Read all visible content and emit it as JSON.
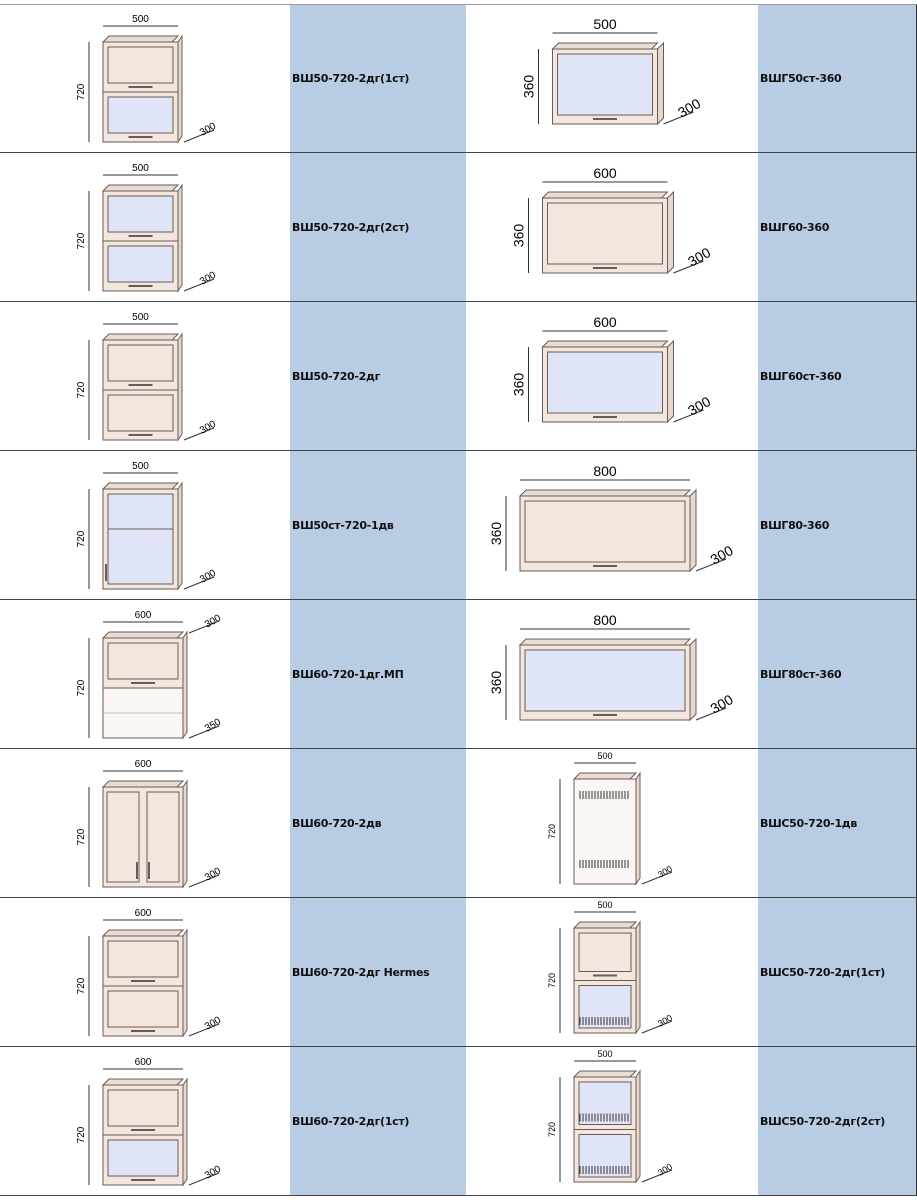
{
  "colors": {
    "label_bg": "#b8cce4",
    "cabinet": "#f3e6de",
    "glass": "#dfe4f6",
    "line": "#6b5a55"
  },
  "left": [
    {
      "label": "ВШ50-720-2дг(1ст)",
      "w": "500",
      "h": "720",
      "d": "300",
      "kind": "tall",
      "panels": [
        "solid",
        "glass"
      ]
    },
    {
      "label": "ВШ50-720-2дг(2ст)",
      "w": "500",
      "h": "720",
      "d": "300",
      "kind": "tall",
      "panels": [
        "glass",
        "glass"
      ]
    },
    {
      "label": "ВШ50-720-2дг",
      "w": "500",
      "h": "720",
      "d": "300",
      "kind": "tall",
      "panels": [
        "solid",
        "solid"
      ]
    },
    {
      "label": "ВШ50ст-720-1дв",
      "w": "500",
      "h": "720",
      "d": "300",
      "kind": "tall",
      "panels": [
        "door-glass"
      ]
    },
    {
      "label": "ВШ60-720-1дг.МП",
      "w": "600",
      "h": "720",
      "d": "300",
      "d2": "350",
      "kind": "tall",
      "panels": [
        "solid",
        "open"
      ]
    },
    {
      "label": "ВШ60-720-2дв",
      "w": "600",
      "h": "720",
      "d": "300",
      "kind": "tall",
      "panels": [
        "doors2"
      ]
    },
    {
      "label": "ВШ60-720-2дг Hermes",
      "w": "600",
      "h": "720",
      "d": "300",
      "kind": "tall",
      "panels": [
        "solid",
        "solid"
      ]
    },
    {
      "label": "ВШ60-720-2дг(1ст)",
      "w": "600",
      "h": "720",
      "d": "300",
      "kind": "tall",
      "panels": [
        "solid",
        "glass"
      ]
    }
  ],
  "right": [
    {
      "label": "ВШГ50ст-360",
      "w": "500",
      "h": "360",
      "d": "300",
      "kind": "wide",
      "panels": [
        "glass"
      ]
    },
    {
      "label": "ВШГ60-360",
      "w": "600",
      "h": "360",
      "d": "300",
      "kind": "wide",
      "panels": [
        "solid"
      ]
    },
    {
      "label": "ВШГ60ст-360",
      "w": "600",
      "h": "360",
      "d": "300",
      "kind": "wide",
      "panels": [
        "glass"
      ]
    },
    {
      "label": "ВШГ80-360",
      "w": "800",
      "h": "360",
      "d": "300",
      "kind": "wide",
      "panels": [
        "solid"
      ]
    },
    {
      "label": "ВШГ80ст-360",
      "w": "800",
      "h": "360",
      "d": "300",
      "kind": "wide",
      "panels": [
        "glass"
      ]
    },
    {
      "label": "ВШС50-720-1дв",
      "w": "500",
      "h": "720",
      "d": "300",
      "kind": "rack",
      "panels": [
        "rack-open"
      ]
    },
    {
      "label": "ВШС50-720-2дг(1ст)",
      "w": "500",
      "h": "720",
      "d": "300",
      "kind": "rack",
      "panels": [
        "solid",
        "rack-glass"
      ]
    },
    {
      "label": "ВШС50-720-2дг(2ст)",
      "w": "500",
      "h": "720",
      "d": "300",
      "kind": "rack",
      "panels": [
        "rack-glass",
        "rack-glass"
      ]
    }
  ]
}
